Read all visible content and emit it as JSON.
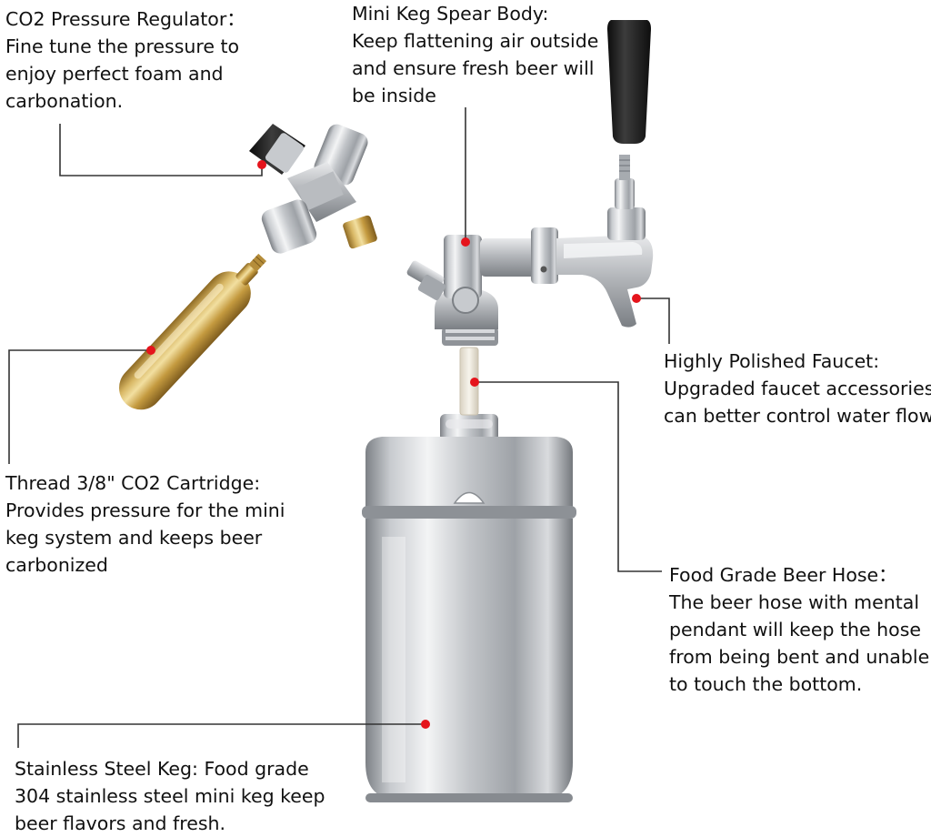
{
  "colors": {
    "leader_line": "#333333",
    "marker_dot": "#e5141c",
    "steel_light": "#f4f5f6",
    "steel_mid": "#b9bcc0",
    "steel_dark": "#6e7277",
    "brass": "#c9a34a",
    "handle_black": "#1a1a1a"
  },
  "callouts": {
    "regulator": {
      "lines": [
        "CO2 Pressure Regulator：",
        "Fine tune the pressure to",
        "enjoy perfect  foam and",
        "carbonation."
      ]
    },
    "spear": {
      "lines": [
        "Mini Keg Spear Body:",
        "Keep flattening air outside",
        "and ensure fresh beer will",
        "be inside"
      ]
    },
    "cartridge": {
      "lines": [
        "Thread 3/8\" CO2 Cartridge:",
        "Provides pressure for the mini",
        "keg system and keeps beer",
        "carbonized"
      ]
    },
    "faucet": {
      "lines": [
        "Highly Polished Faucet:",
        "Upgraded faucet accessories",
        "can better control water flow."
      ]
    },
    "hose": {
      "lines": [
        "Food Grade Beer Hose：",
        "The beer hose with mental",
        "pendant will keep the hose",
        "from being bent and unable",
        "to touch the bottom."
      ]
    },
    "keg": {
      "lines": [
        "Stainless Steel Keg: Food grade",
        "304 stainless steel mini keg keep",
        "beer flavors and fresh."
      ]
    }
  }
}
